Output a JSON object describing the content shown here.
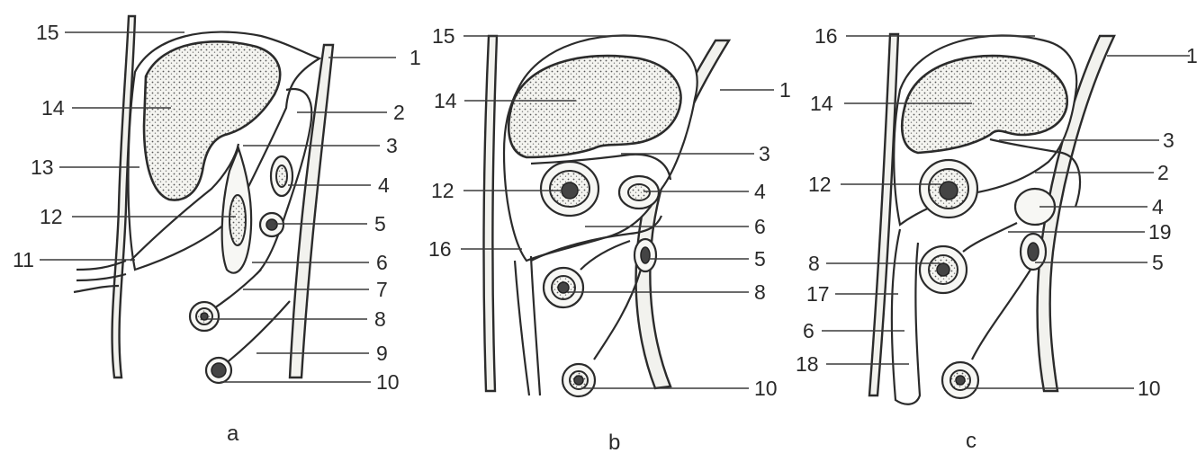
{
  "panels": [
    {
      "id": "a",
      "caption": "a",
      "labels_left": [
        "15",
        "14",
        "13",
        "12",
        "11"
      ],
      "labels_right": [
        "1",
        "2",
        "3",
        "4",
        "5",
        "6",
        "7",
        "8",
        "9",
        "10"
      ]
    },
    {
      "id": "b",
      "caption": "b",
      "labels_left": [
        "15",
        "14",
        "12",
        "16"
      ],
      "labels_right": [
        "1",
        "3",
        "4",
        "6",
        "5",
        "8",
        "10"
      ]
    },
    {
      "id": "c",
      "caption": "c",
      "labels_left": [
        "16",
        "14",
        "12",
        "8",
        "17",
        "6",
        "18"
      ],
      "labels_right": [
        "1",
        "3",
        "2",
        "4",
        "19",
        "5",
        "10"
      ]
    }
  ]
}
